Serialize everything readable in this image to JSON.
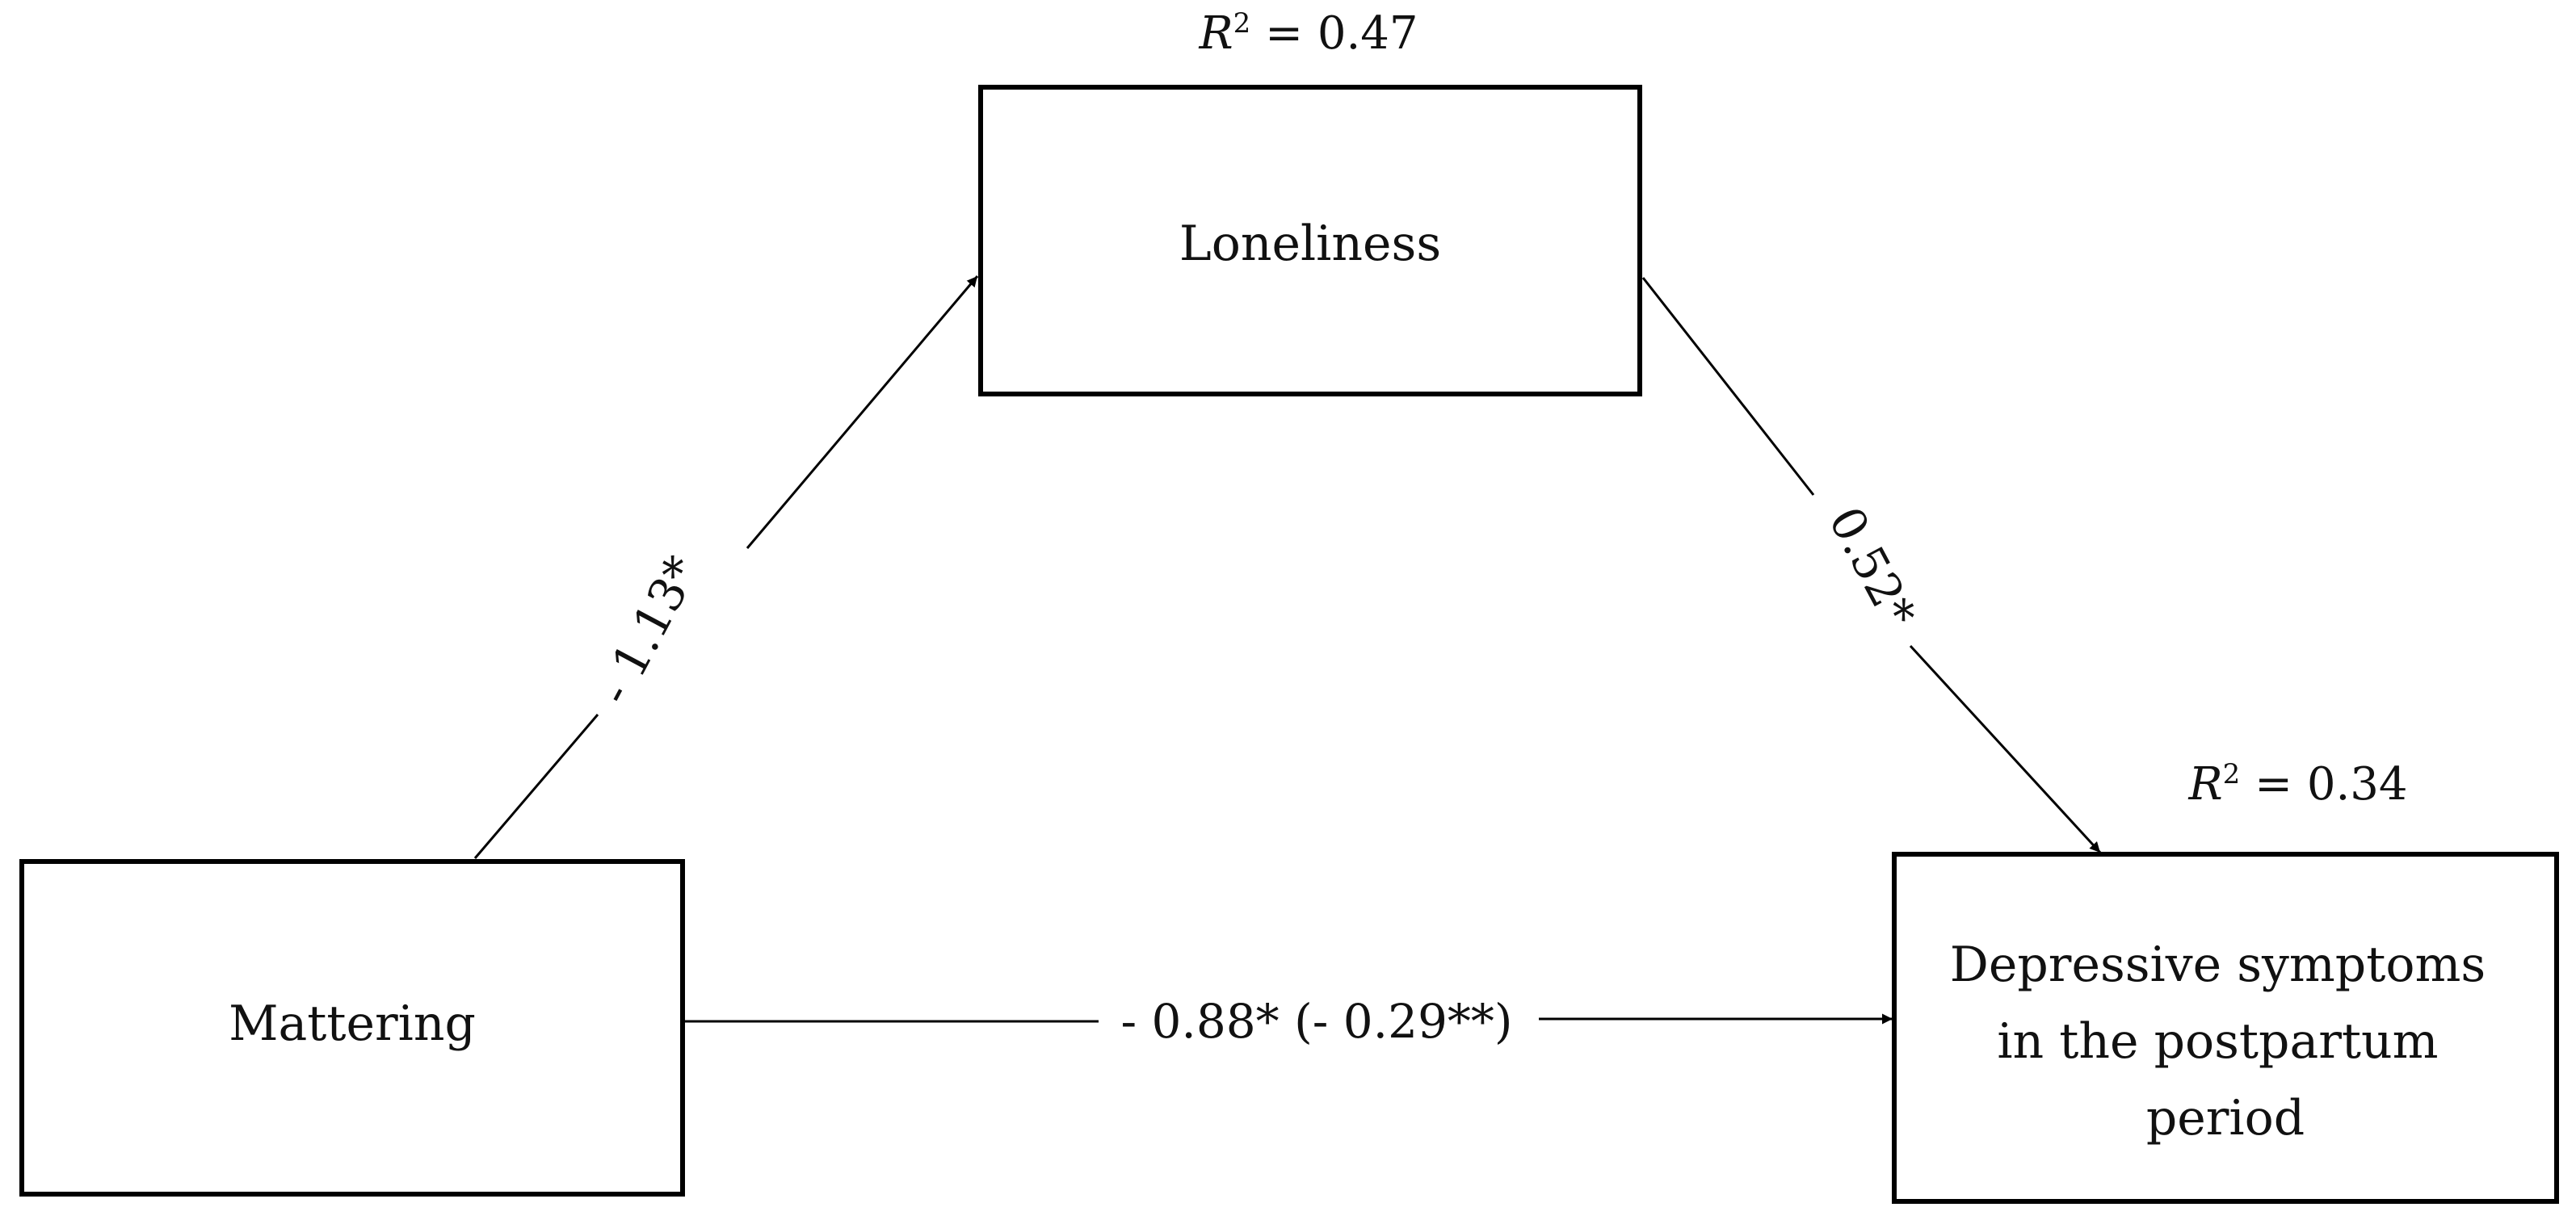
{
  "nodes": {
    "mediator": {
      "label": "Loneliness",
      "r2_symbol": "R",
      "r2_super": "2",
      "r2_value": " = 0.47"
    },
    "predictor": {
      "label": "Mattering"
    },
    "outcome": {
      "label_lines": [
        "Depressive symptoms",
        "in the postpartum",
        "period"
      ],
      "r2_symbol": "R",
      "r2_super": "2",
      "r2_value": " = 0.34"
    }
  },
  "paths": {
    "a": {
      "label": "- 1.13*"
    },
    "b": {
      "label": "0.52*"
    },
    "c": {
      "label": "- 0.88* (- 0.29**)"
    }
  },
  "colors": {
    "stroke": "#000000",
    "text": "#111111",
    "background": "#ffffff"
  }
}
